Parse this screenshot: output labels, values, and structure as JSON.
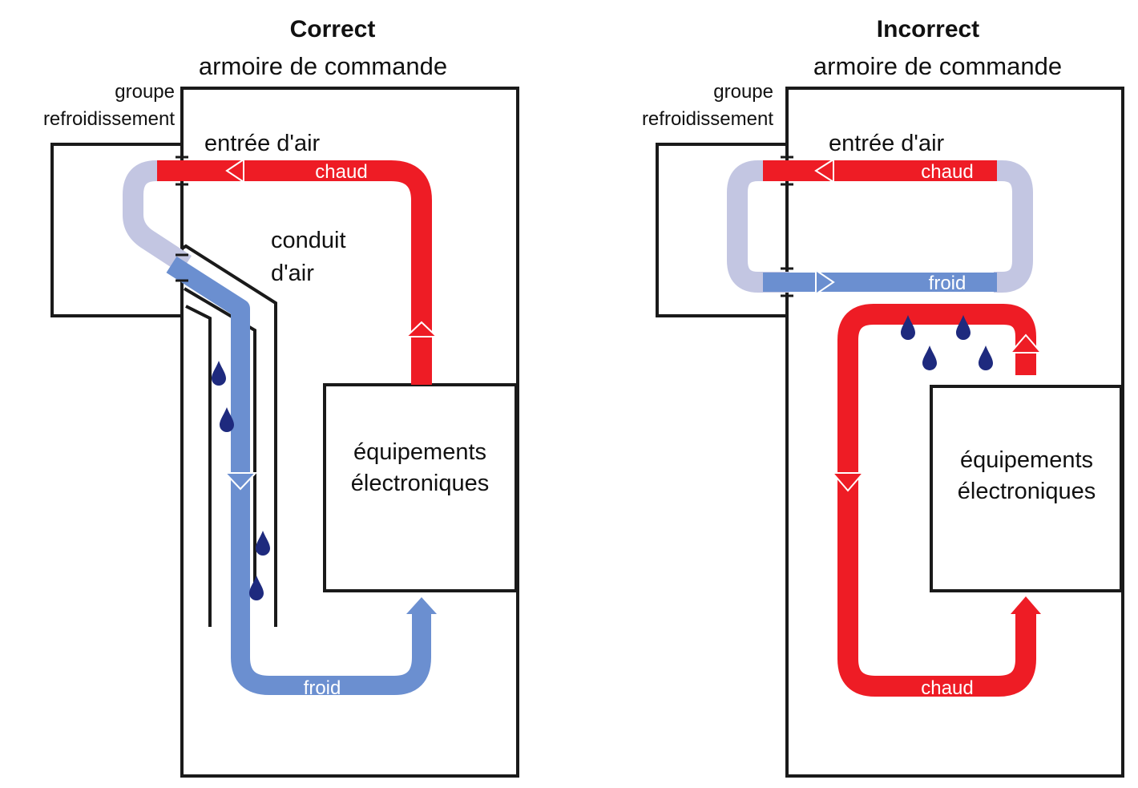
{
  "panels": [
    {
      "heading": "Correct",
      "cabinet_label": "armoire de commande",
      "cooling_unit_label_line1": "groupe",
      "cooling_unit_label_line2": "refroidissement",
      "air_inlet_label": "entrée d'air",
      "duct_label_line1": "conduit",
      "duct_label_line2": "d'air",
      "equipment_label_line1": "équipements",
      "equipment_label_line2": "électroniques",
      "hot_flow_label": "chaud",
      "cold_flow_label": "froid"
    },
    {
      "heading": "Incorrect",
      "cabinet_label": "armoire de commande",
      "cooling_unit_label_line1": "groupe",
      "cooling_unit_label_line2": "refroidissement",
      "air_inlet_label": "entrée d'air",
      "equipment_label_line1": "équipements",
      "equipment_label_line2": "électroniques",
      "hot_flow_top_label": "chaud",
      "cold_flow_label": "froid",
      "hot_flow_bottom_label": "chaud"
    }
  ],
  "colors": {
    "hot": "#ee1c25",
    "cold": "#6b8fd0",
    "cooler": "#c3c6e2",
    "droplet": "#1e2a7e",
    "outline": "#1a1a1a"
  },
  "icons": [
    "droplet-icon",
    "arrow-icon"
  ]
}
